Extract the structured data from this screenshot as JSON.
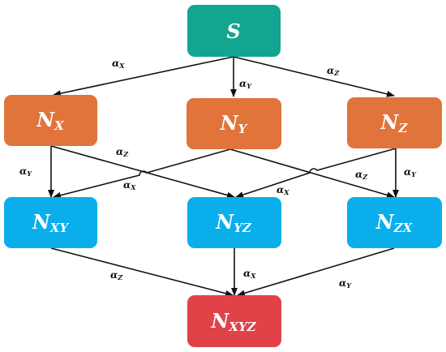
{
  "colors": {
    "source": "#12a590",
    "level1": "#e0743a",
    "level2": "#0aaeeb",
    "target": "#e04248",
    "edge": "#111111",
    "text": "#ffffff"
  },
  "nodes": {
    "s": {
      "main": "S",
      "sub": ""
    },
    "nx": {
      "main": "N",
      "sub": "X"
    },
    "ny": {
      "main": "N",
      "sub": "Y"
    },
    "nz": {
      "main": "N",
      "sub": "Z"
    },
    "nxy": {
      "main": "N",
      "sub": "XY"
    },
    "nyz": {
      "main": "N",
      "sub": "YZ"
    },
    "nzx": {
      "main": "N",
      "sub": "ZX"
    },
    "nxyz": {
      "main": "N",
      "sub": "XYZ"
    }
  },
  "edge_labels": {
    "s_nx": {
      "main": "α",
      "sub": "X"
    },
    "s_ny": {
      "main": "α",
      "sub": "Y"
    },
    "s_nz": {
      "main": "α",
      "sub": "Z"
    },
    "nx_nxy": {
      "main": "α",
      "sub": "Y"
    },
    "nx_nyz": {
      "main": "α",
      "sub": "Z"
    },
    "ny_nxy": {
      "main": "α",
      "sub": "X"
    },
    "nz_nyz": {
      "main": "α",
      "sub": "X"
    },
    "ny_nzx": {
      "main": "α",
      "sub": "Z"
    },
    "nz_nzx": {
      "main": "α",
      "sub": "Y"
    },
    "nxy_nxyz": {
      "main": "α",
      "sub": "Z"
    },
    "nyz_nxyz": {
      "main": "α",
      "sub": "X"
    },
    "nzx_nxyz": {
      "main": "α",
      "sub": "Y"
    }
  }
}
